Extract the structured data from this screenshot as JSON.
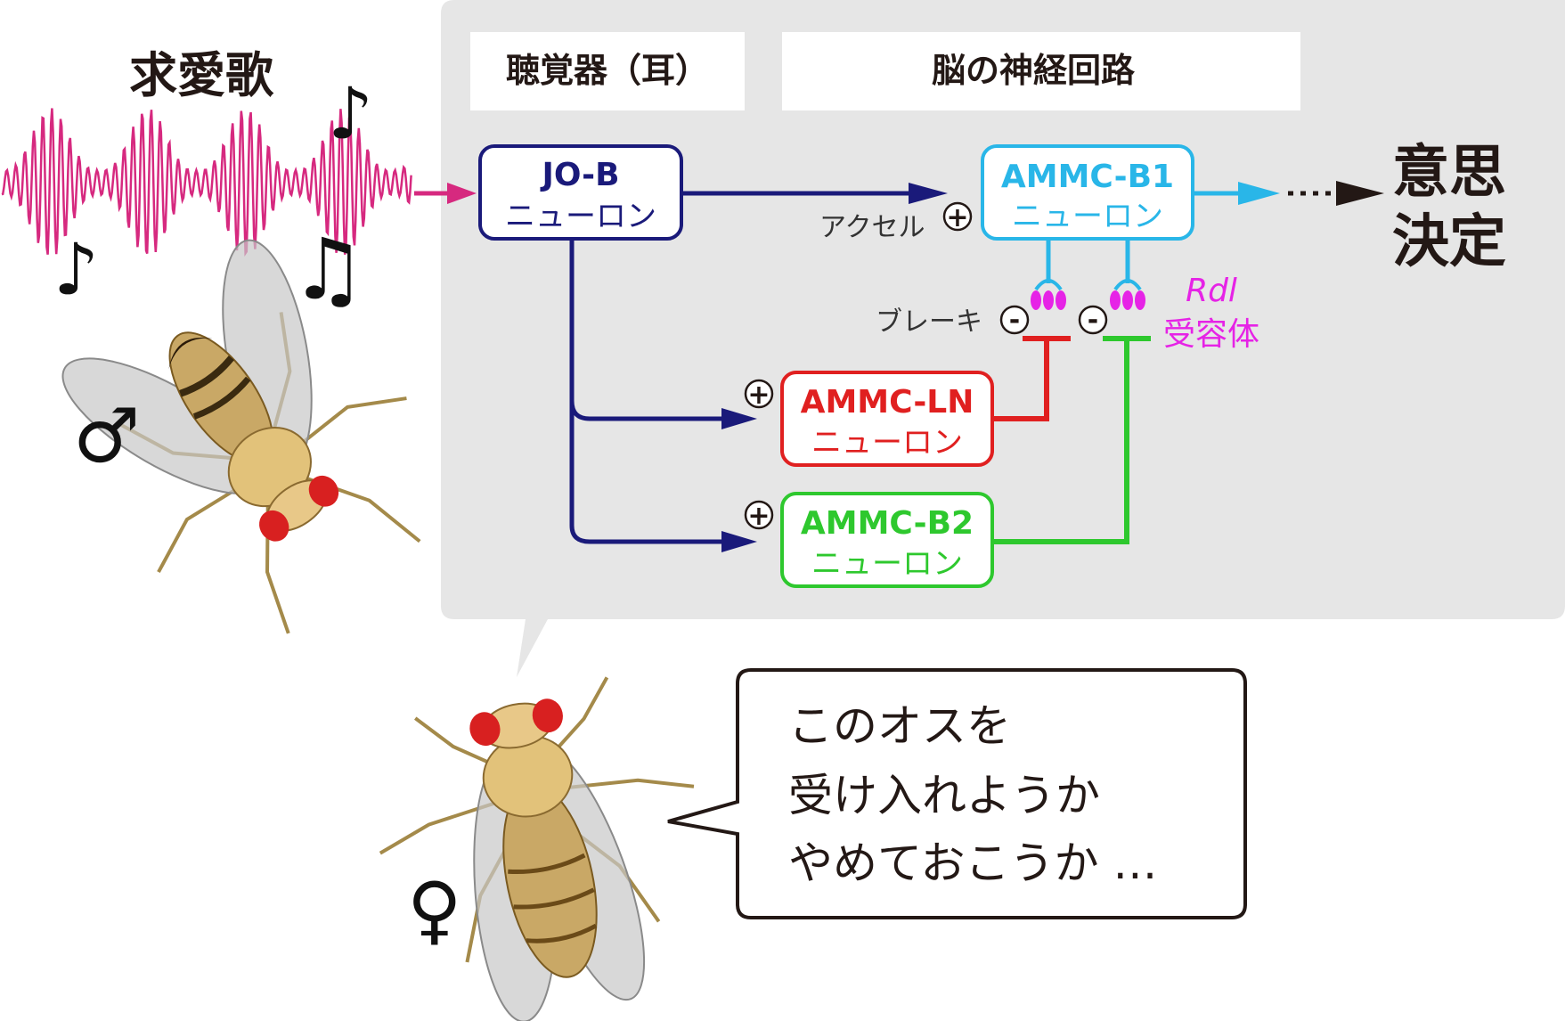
{
  "song": {
    "title": "求愛歌"
  },
  "headers": {
    "ear": "聴覚器（耳）",
    "brain": "脳の神経回路"
  },
  "neurons": {
    "jo_b": {
      "name": "JO-B",
      "type": "ニューロン",
      "color": "#1a1a7a"
    },
    "ammc_b1": {
      "name": "AMMC-B1",
      "type": "ニューロン",
      "color": "#29b6e8"
    },
    "ammc_ln": {
      "name": "AMMC-LN",
      "type": "ニューロン",
      "color": "#e02020"
    },
    "ammc_b2": {
      "name": "AMMC-B2",
      "type": "ニューロン",
      "color": "#2ec82e"
    }
  },
  "labels": {
    "accel": "アクセル",
    "brake": "ブレーキ",
    "plus": "+",
    "minus": "-",
    "receptor_italic": "Rdl",
    "receptor": "受容体",
    "decision_line1": "意思",
    "decision_line2": "決定"
  },
  "symbols": {
    "male": "♂",
    "female": "♀",
    "note_eighth": "♪",
    "note_beamed": "♫"
  },
  "speech": {
    "line1": "このオスを",
    "line2": "受け入れようか",
    "line3": "やめておこうか …"
  },
  "colors": {
    "panel": "#e6e6e6",
    "wave": "#d6297f",
    "arrow_in": "#d6297f",
    "jo_b": "#1a1a7a",
    "b1": "#29b6e8",
    "ln": "#e02020",
    "b2": "#2ec82e",
    "receptor": "#e623e6",
    "dark": "#231815"
  }
}
